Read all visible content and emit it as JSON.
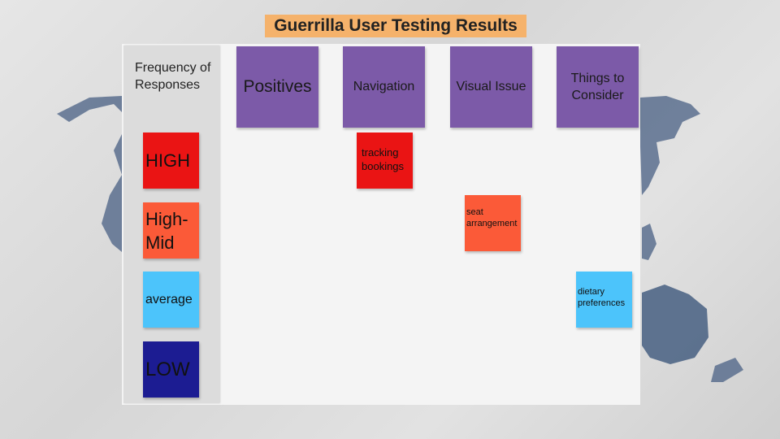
{
  "title": "Guerrilla User Testing Results",
  "legend": {
    "title": "Frequency of Responses",
    "items": [
      {
        "label": "HIGH",
        "color": "#ea1414"
      },
      {
        "label": "High-Mid",
        "color": "#fb5a38"
      },
      {
        "label": "average",
        "color": "#4cc4fb"
      },
      {
        "label": "LOW",
        "color": "#1c1c92"
      }
    ]
  },
  "categories": [
    "Positives",
    "Navigation",
    "Visual Issue",
    "Things to Consider"
  ],
  "category_color": "#7c5aa8",
  "issues": [
    {
      "text": "tracking bookings",
      "category": "Navigation",
      "frequency": "HIGH"
    },
    {
      "text": "seat arrangement",
      "category": "Visual Issue",
      "frequency": "High-Mid"
    },
    {
      "text": "dietary preferences",
      "category": "Things to Consider",
      "frequency": "average"
    }
  ]
}
